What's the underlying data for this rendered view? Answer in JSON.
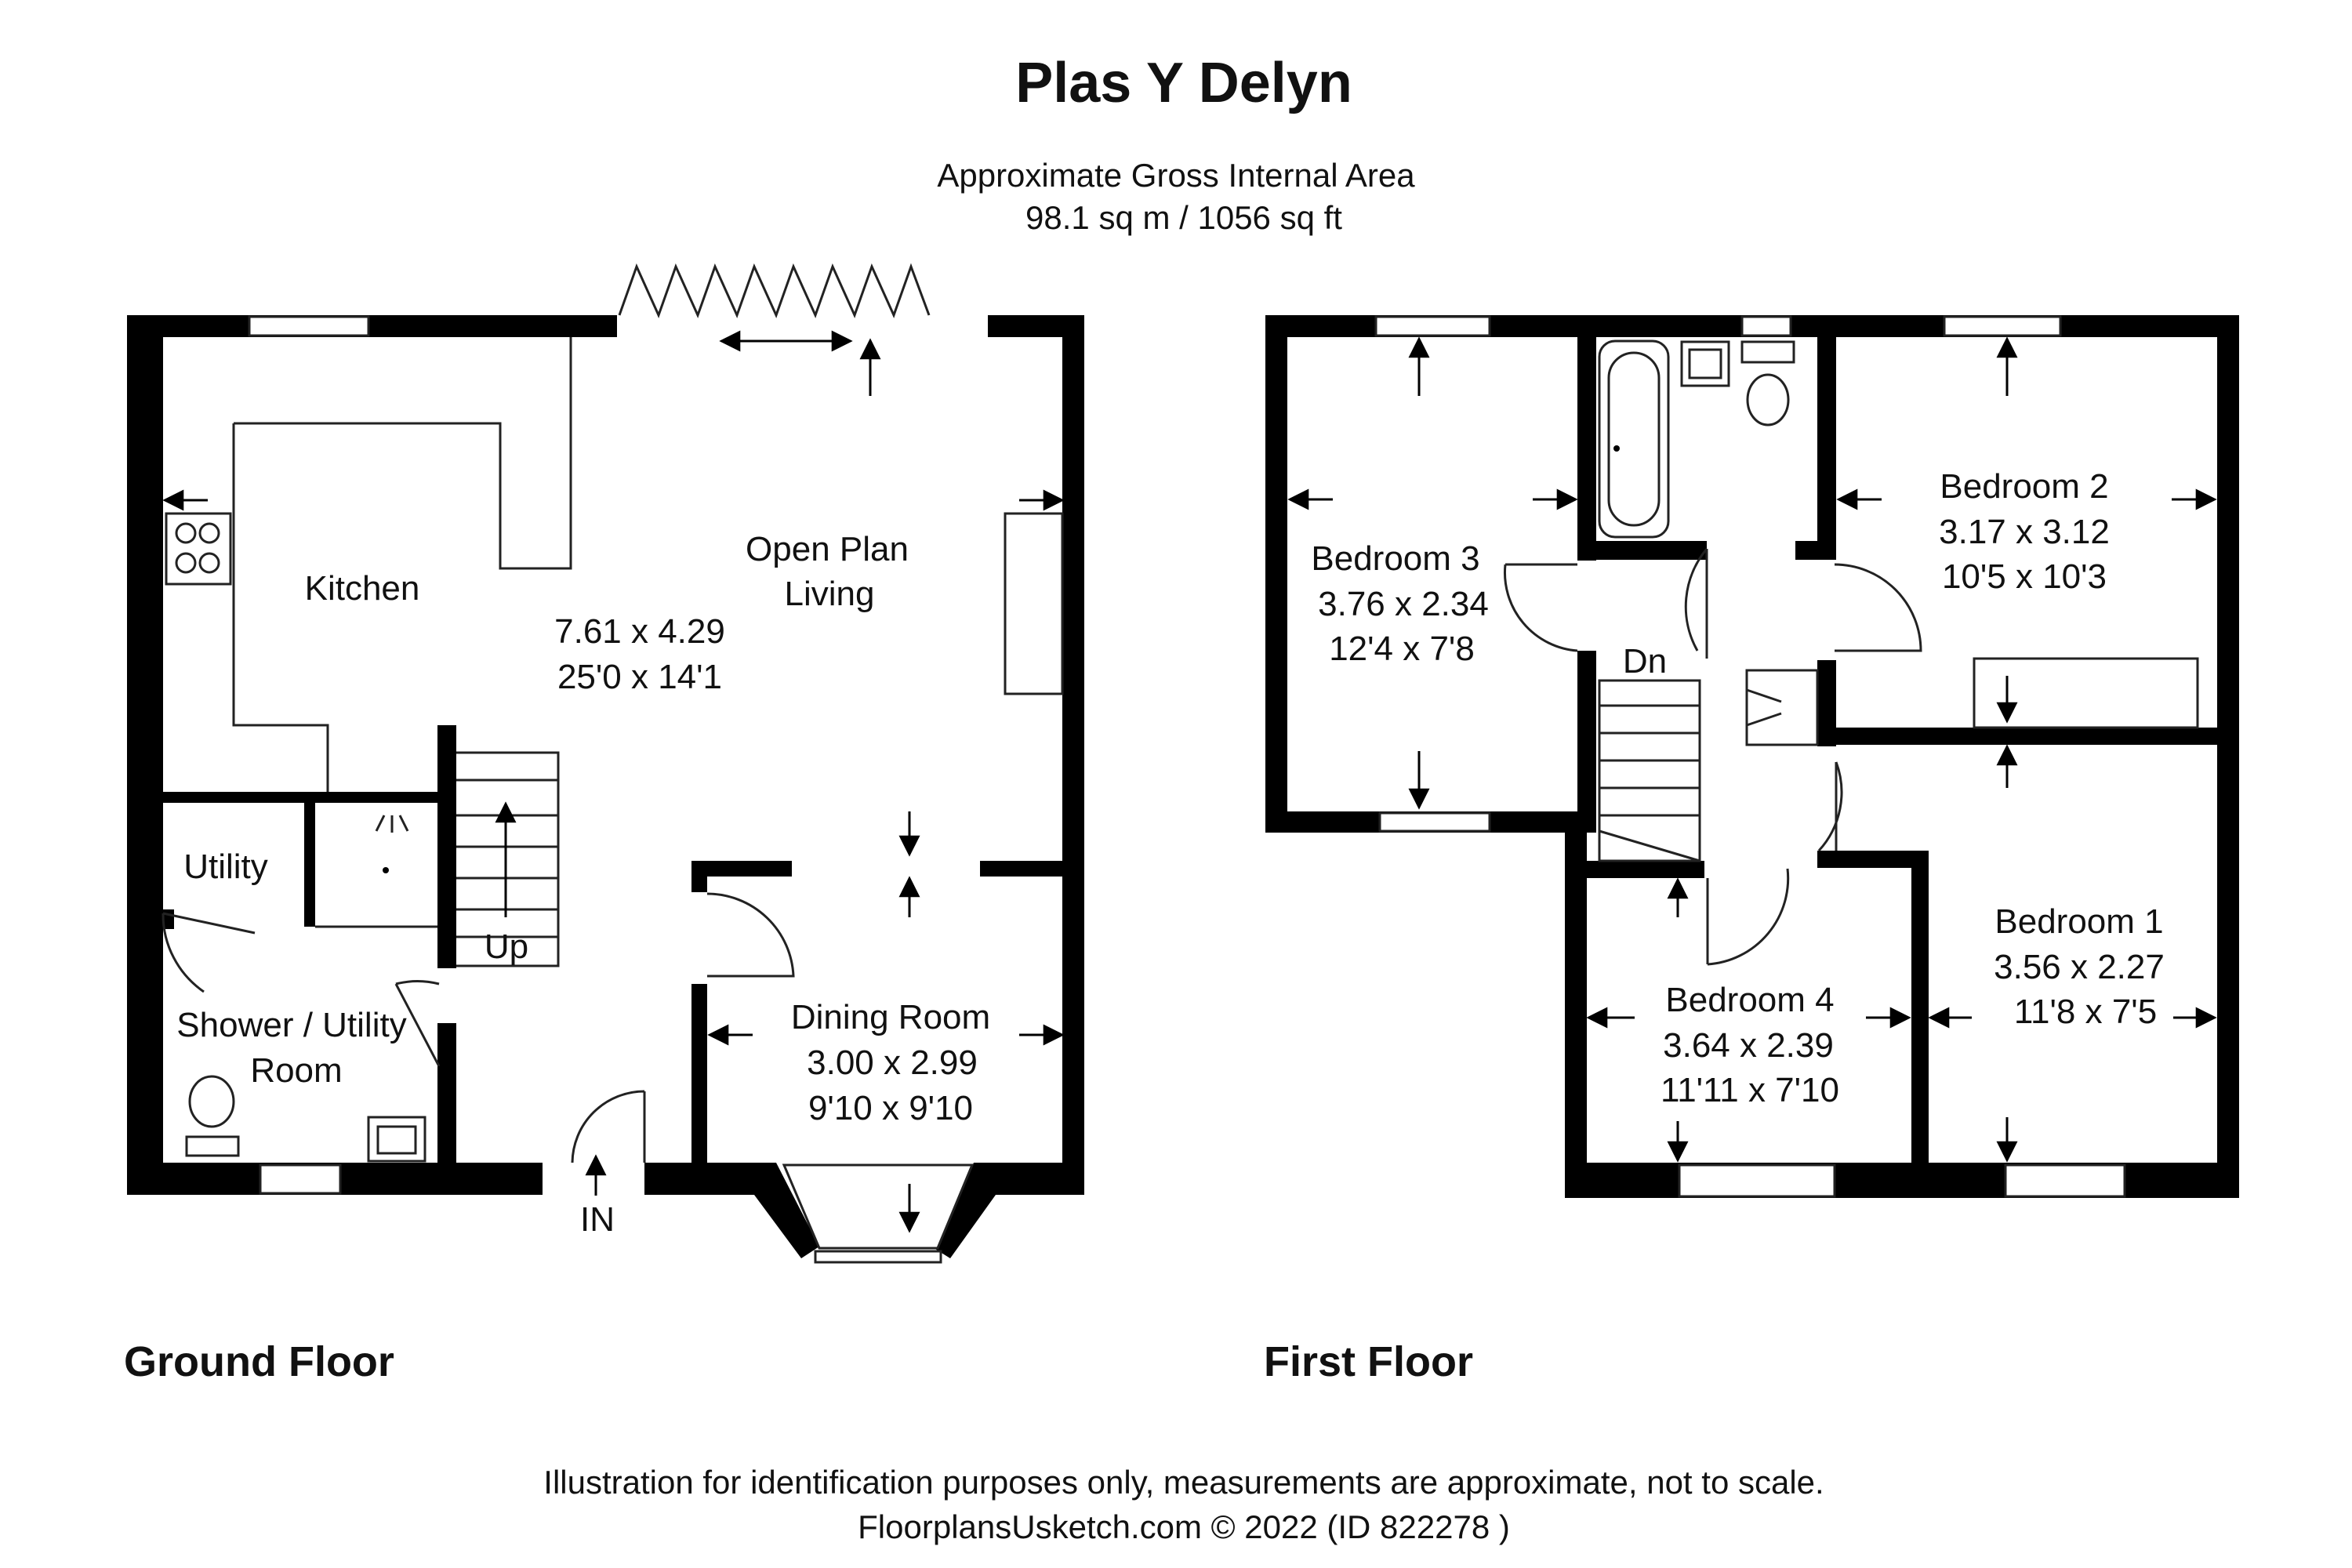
{
  "header": {
    "title": "Plas Y Delyn",
    "area_label": "Approximate Gross Internal Area",
    "area_value": "98.1 sq m / 1056 sq ft"
  },
  "ground_floor": {
    "label": "Ground Floor",
    "rooms": {
      "kitchen": "Kitchen",
      "open_plan_1": "Open Plan",
      "open_plan_2": "Living",
      "open_plan_dim_m": "7.61 x 4.29",
      "open_plan_dim_ft": "25'0 x 14'1",
      "utility": "Utility",
      "shower_1": "Shower / Utility",
      "shower_2": "Room",
      "dining": "Dining Room",
      "dining_dim_m": "3.00 x 2.99",
      "dining_dim_ft": "9'10 x 9'10",
      "stairs_up": "Up",
      "entrance": "IN"
    }
  },
  "first_floor": {
    "label": "First Floor",
    "rooms": {
      "bedroom3": "Bedroom 3",
      "bedroom3_dim_m": "3.76 x 2.34",
      "bedroom3_dim_ft": "12'4 x 7'8",
      "bedroom2": "Bedroom 2",
      "bedroom2_dim_m": "3.17 x 3.12",
      "bedroom2_dim_ft": "10'5 x 10'3",
      "bedroom1": "Bedroom 1",
      "bedroom1_dim_m": "3.56 x 2.27",
      "bedroom1_dim_ft": "11'8 x 7'5",
      "bedroom4": "Bedroom 4",
      "bedroom4_dim_m": "3.64 x 2.39",
      "bedroom4_dim_ft": "11'11 x 7'10",
      "stairs_down": "Dn"
    }
  },
  "footer": {
    "disclaimer": "Illustration for identification purposes only, measurements are approximate, not to scale.",
    "credit": "FloorplansUsketch.com © 2022 (ID 822278 )"
  }
}
